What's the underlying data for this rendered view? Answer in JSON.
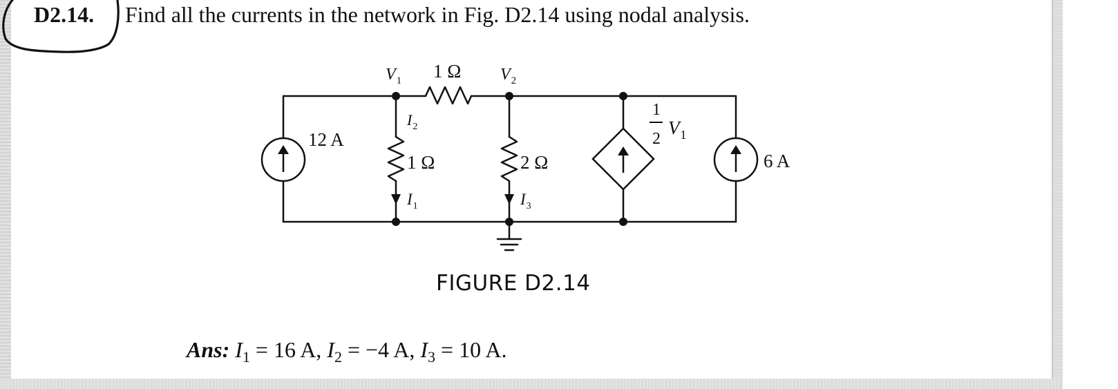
{
  "problem": {
    "number": "D2.14.",
    "statement": "Find all the currents in the network in Fig. D2.14 using nodal analysis."
  },
  "figure": {
    "labels": {
      "v1_node": "V",
      "v1_sub": "1",
      "v2_node": "V",
      "v2_sub": "2",
      "r_series": "1 Ω",
      "r_shunt_1": "1 Ω",
      "r_shunt_2": "2 Ω",
      "source_left": "12 A",
      "source_right": "6 A",
      "dependent_num": "1",
      "dependent_den": "2",
      "dependent_var": "V",
      "dependent_sub": "1",
      "i2_main": "I",
      "i2_sub": "2",
      "i1_main": "I",
      "i1_sub": "1",
      "i3_main": "I",
      "i3_sub": "3"
    },
    "caption": "FIGURE D2.14"
  },
  "answer": {
    "prefix": "Ans:",
    "i1_var": "I",
    "i1_sub": "1",
    "i1_rest": " = 16 A, ",
    "i2_var": "I",
    "i2_sub": "2",
    "i2_rest": " = −4 A, ",
    "i3_var": "I",
    "i3_sub": "3",
    "i3_rest": " = 10 A."
  }
}
